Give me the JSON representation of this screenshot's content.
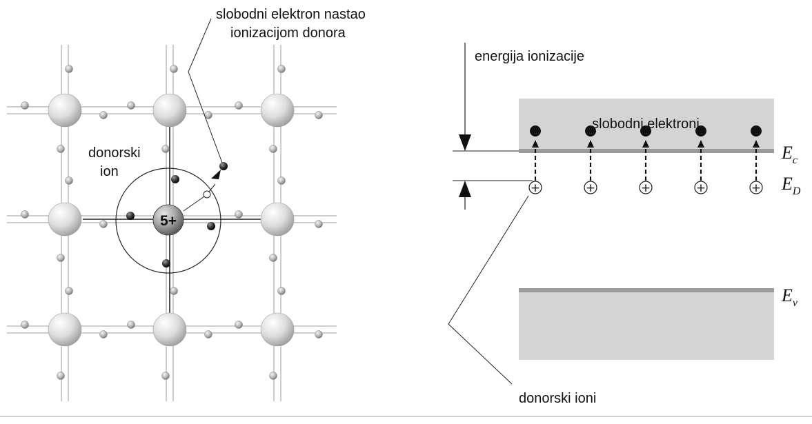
{
  "lattice": {
    "labels": {
      "free_electron_line1": "slobodni elektron nastao",
      "free_electron_line2": "ionizacijom donora",
      "donor_ion_line1": "donorski",
      "donor_ion_line2": "ion",
      "core_charge": "5+"
    }
  },
  "band_diagram": {
    "ionization_energy": "energija ionizacije",
    "conduction_band": "slobodni elektroni",
    "donor_ions": "donorski ioni",
    "levels": {
      "ec_main": "E",
      "ec_sub": "c",
      "ed_main": "E",
      "ed_sub": "D",
      "ev_main": "E",
      "ev_sub": "v"
    },
    "plus_symbol": "+"
  },
  "colors": {
    "band_fill": "#d4d4d4",
    "band_edge": "#9a9a9a",
    "atom_light": "#e6e6e6",
    "atom_dark": "#8a8a8a",
    "electron": "#111111"
  }
}
